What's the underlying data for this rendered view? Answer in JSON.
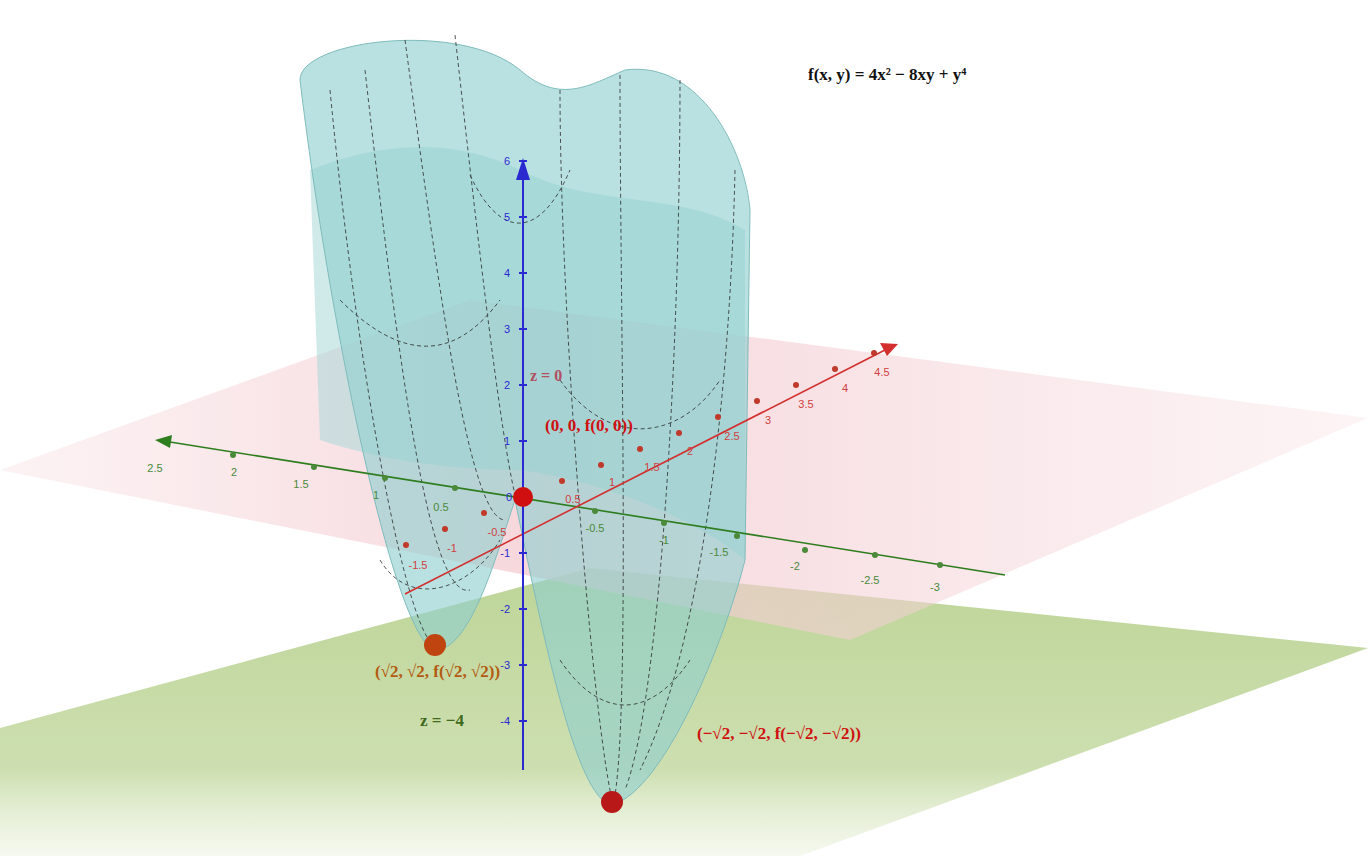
{
  "diagram": {
    "title": "f(x, y) = 4x² − 8xy + y⁴",
    "labels": [
      "2.5",
      "2",
      "1.5",
      "1",
      "0.5",
      "-0.5",
      "-1",
      "-1.5",
      "-2",
      "-2.5",
      "-3",
      "-1.5",
      "-1",
      "-0.5",
      "0.5",
      "1",
      "1.5",
      "2",
      "2.5",
      "3",
      "3.5",
      "4",
      "4.5",
      "6",
      "5",
      "4",
      "3",
      "2",
      "1",
      "0",
      "-1",
      "-2",
      "-3",
      "-4",
      "z = 0",
      "(0, 0, f(0, 0))",
      "(√2, √2, f(√2, √2))",
      "z = −4",
      "(−√2, −√2, f(−√2, −√2))"
    ]
  }
}
